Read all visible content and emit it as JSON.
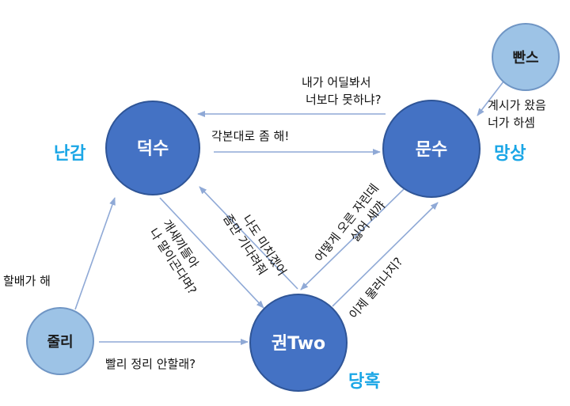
{
  "nodes": {
    "ducksoo": {
      "label": "덕수",
      "emotion": "난감"
    },
    "moonsoo": {
      "label": "문수",
      "emotion": "망상"
    },
    "kwon": {
      "label": "권Two",
      "emotion": "당혹"
    },
    "jully": {
      "label": "줄리"
    },
    "pants": {
      "label": "빤스"
    }
  },
  "edges": {
    "moonsoo_to_ducksoo": [
      "내가 어딜봐서",
      "너보다 못하냐?"
    ],
    "ducksoo_to_moonsoo": [
      "각본대로 좀 해!"
    ],
    "ducksoo_to_kwon": [
      "개새끼들아",
      "나 말이곤다며?"
    ],
    "kwon_to_ducksoo": [
      "나도 미치겠어",
      "좀만 기다려줘"
    ],
    "moonsoo_to_kwon": [
      "어떻게 오른 자린데",
      "싫어 새꺄"
    ],
    "kwon_to_moonsoo": [
      "이제 물러나지?"
    ],
    "jully_to_ducksoo": [
      "할배가 해"
    ],
    "jully_to_kwon": [
      "빨리 정리 안할래?"
    ],
    "pants_to_moonsoo": [
      "계시가 왔음",
      "너가 하셈"
    ]
  },
  "colors": {
    "big_node": "#4472c4",
    "big_node_border": "#2f5597",
    "small_node": "#9dc3e6",
    "small_node_border": "#6f95c4",
    "arrow": "#8fa9d6",
    "emotion_text": "#1aa6e6"
  }
}
